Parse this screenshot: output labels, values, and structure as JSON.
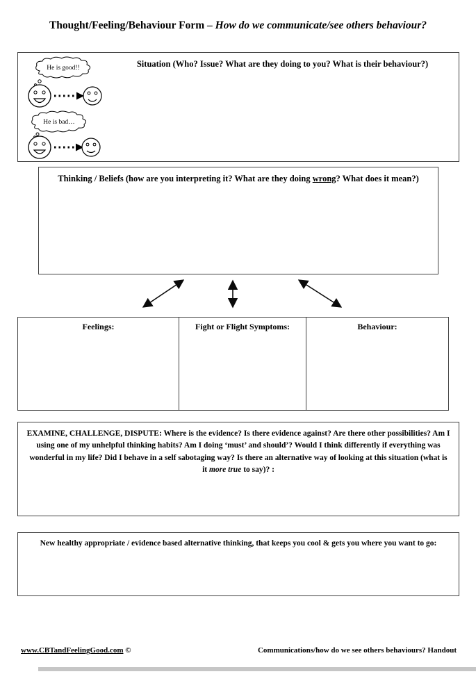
{
  "page": {
    "title_main": "Thought/Feeling/Behaviour Form – ",
    "title_italic": "How do we communicate/see others behaviour?"
  },
  "situation": {
    "header": "Situation (Who? Issue? What are they doing to you? What is their behaviour?)",
    "cartoon": {
      "bubble_good": "He is good!!",
      "bubble_bad": "He is bad…"
    }
  },
  "thinking": {
    "header_pre": "Thinking / Beliefs (how are you interpreting it? What are they doing ",
    "header_underlined": "wrong",
    "header_post": "? What does it mean?)"
  },
  "response_columns": {
    "feelings": "Feelings:",
    "fight_or_flight": "Fight or Flight Symptoms:",
    "behaviour": "Behaviour:"
  },
  "examine": {
    "text_pre": "EXAMINE, CHALLENGE, DISPUTE: Where is the evidence? Is there evidence against? Are there other possibilities? Am I using one of my unhelpful thinking habits? Am I doing ‘must’ and should’? Would I think differently if everything was wonderful in my life? Did I behave in a self sabotaging way? Is there an alternative way of looking at this situation (what is it ",
    "text_italic": "more true",
    "text_post": " to say)? :"
  },
  "alternative": {
    "header": "New healthy appropriate / evidence based alternative thinking, that keeps you cool & gets you where you want to go:"
  },
  "footer": {
    "site_link": "www.CBTandFeelingGood.com",
    "copyright": " ©",
    "right_text": "Communications/how do we see others behaviours? Handout"
  }
}
